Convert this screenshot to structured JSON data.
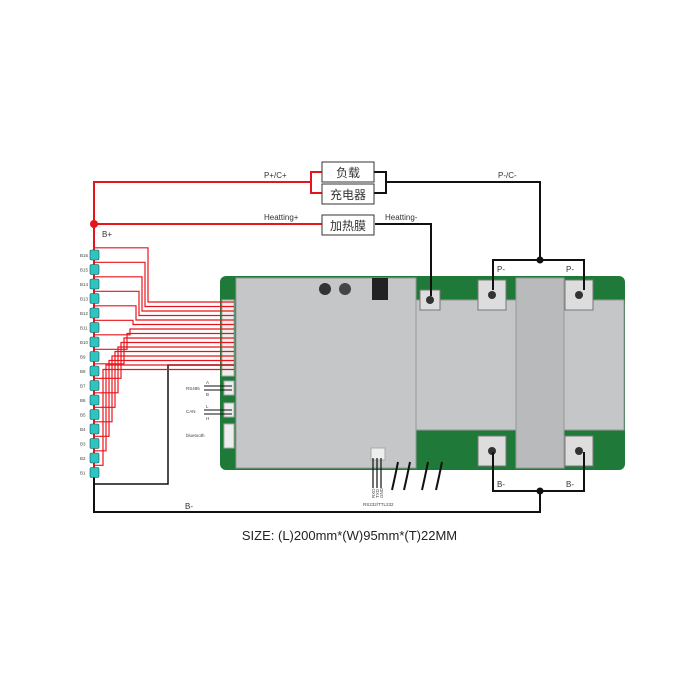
{
  "labels": {
    "p_plus": "P+/C+",
    "p_minus": "P-/C-",
    "load": "负载",
    "charger": "充电器",
    "heater": "加热膜",
    "heating_plus": "Heatting+",
    "heating_minus": "Heatting-",
    "b_plus": "B+",
    "b_minus": "B-",
    "pad_p1": "P-",
    "pad_p2": "P-",
    "pad_b1": "B-",
    "pad_b2": "B-",
    "rs485": "RS485",
    "rs485_a": "A",
    "rs485_b": "B",
    "can": "CAN",
    "can_l": "L",
    "can_h": "H",
    "bluetooth": "bluetooth",
    "rxd": "RXD",
    "txd": "TXD",
    "gnd": "GND",
    "uart": "RS232/TTL232"
  },
  "cells": [
    "B16",
    "B15",
    "B14",
    "B13",
    "B12",
    "B11",
    "B10",
    "B9",
    "B8",
    "B7",
    "B6",
    "B5",
    "B4",
    "B3",
    "B2",
    "B1"
  ],
  "size_text": "SIZE: (L)200mm*(W)95mm*(T)22MM",
  "colors": {
    "positive_wire": "#e8141b",
    "negative_wire": "#111111",
    "pcb": "#1f7a3a",
    "plate": "#bfc1c3",
    "cell": "#2fc4c0"
  }
}
